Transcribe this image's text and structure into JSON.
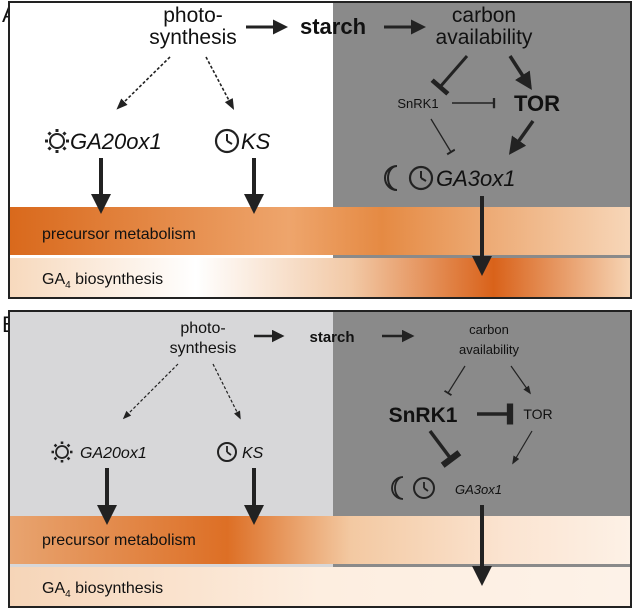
{
  "colors": {
    "grey_dark": "#8a8a8a",
    "grey_light": "#d7d7d9",
    "orange": "#e07a2c",
    "orange_pale": "#fbe3cf",
    "arrow": "#222222"
  },
  "panel_a": {
    "label": "A",
    "photosynthesis_line1": "photo-",
    "photosynthesis_line2": "synthesis",
    "starch": "starch",
    "carbon_line1": "carbon",
    "carbon_line2": "availability",
    "snrk1": "SnRK1",
    "tor": "TOR",
    "ga20ox1": "GA20ox1",
    "ks": "KS",
    "ga3ox1": "GA3ox1",
    "band_precursor": "precursor metabolism",
    "band_ga4_prefix": "GA",
    "band_ga4_sub": "4",
    "band_ga4_suffix": " biosynthesis",
    "icons": {
      "ga20ox1": "sun-icon",
      "ks": "clock-icon",
      "ga3ox1": [
        "moon-icon",
        "clock-icon"
      ]
    }
  },
  "panel_b": {
    "label": "B",
    "photosynthesis_line1": "photo-",
    "photosynthesis_line2": "synthesis",
    "starch": "starch",
    "carbon_line1": "carbon",
    "carbon_line2": "availability",
    "snrk1": "SnRK1",
    "tor": "TOR",
    "ga20ox1": "GA20ox1",
    "ks": "KS",
    "ga3ox1": "GA3ox1",
    "band_precursor": "precursor metabolism",
    "band_ga4_prefix": "GA",
    "band_ga4_sub": "4",
    "band_ga4_suffix": " biosynthesis",
    "icons": {
      "ga20ox1": "sun-icon",
      "ks": "clock-icon",
      "ga3ox1": [
        "moon-icon",
        "clock-icon"
      ]
    }
  }
}
